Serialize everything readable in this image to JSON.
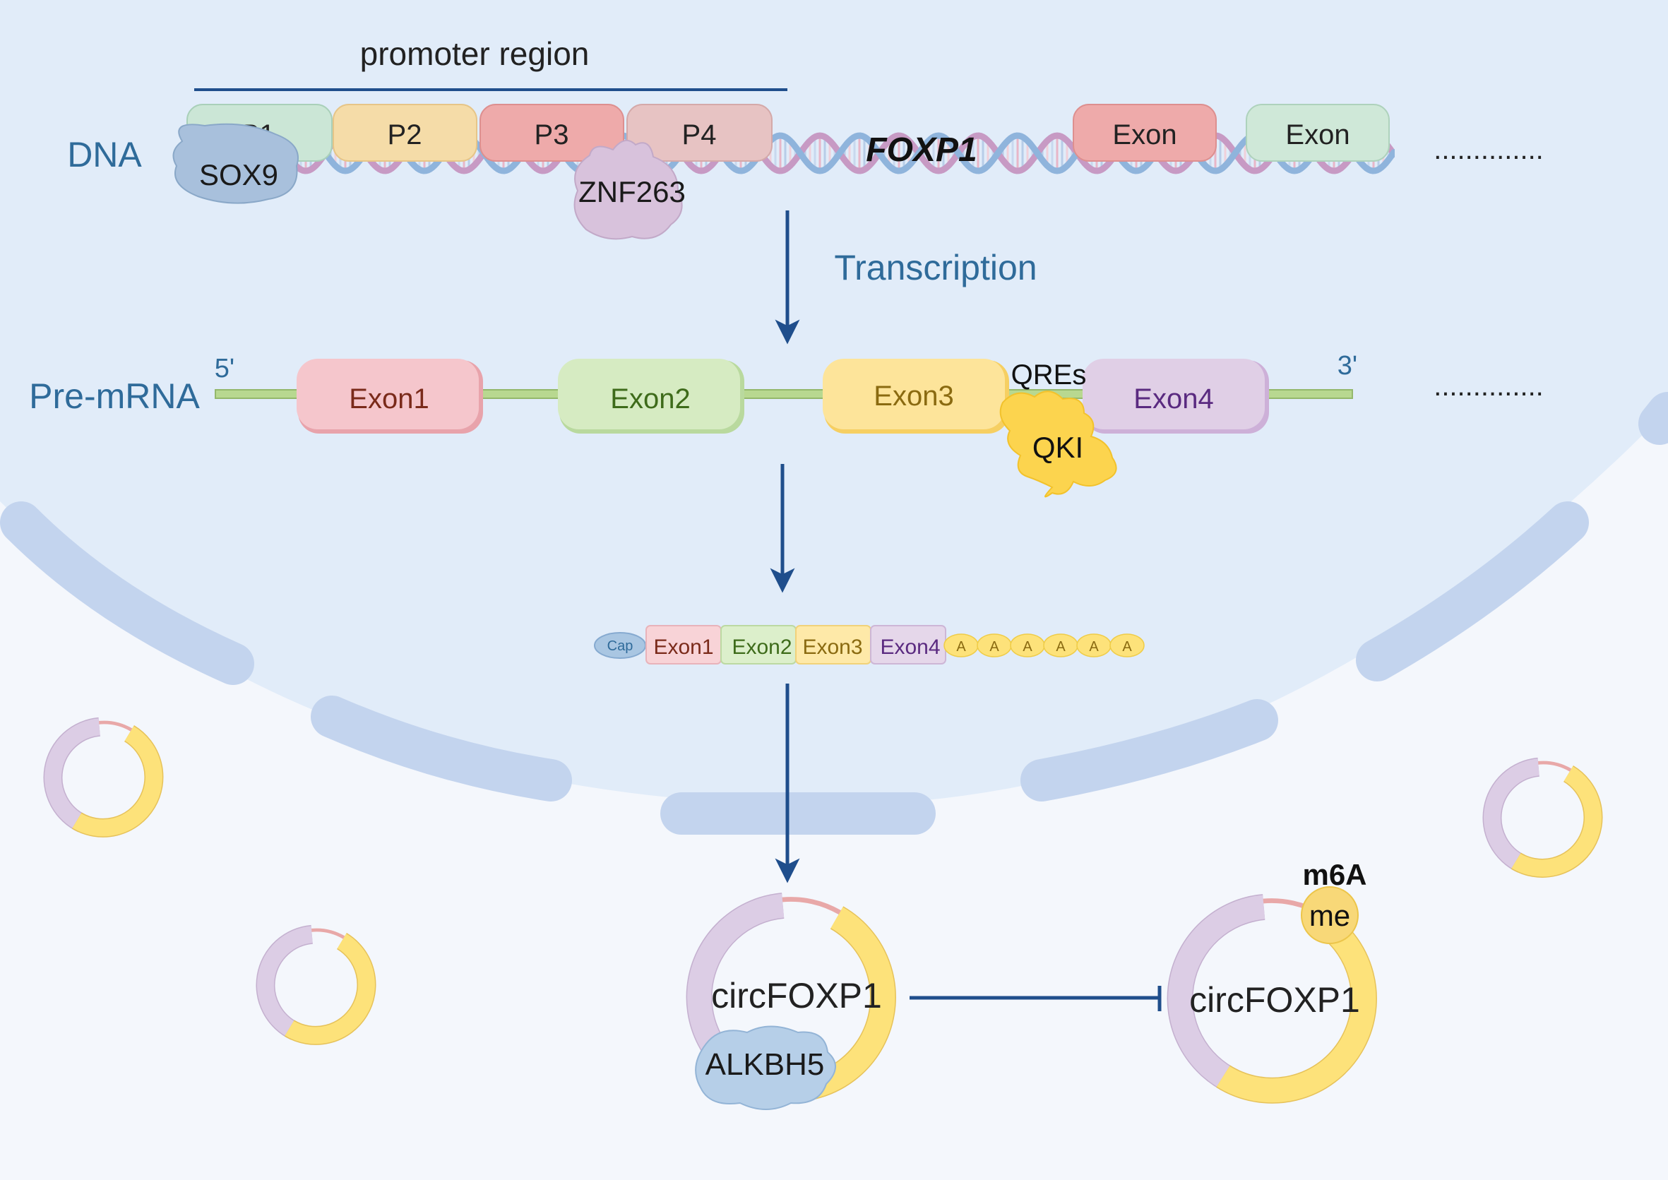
{
  "labels": {
    "promoter_region": "promoter region",
    "dna": "DNA",
    "gene": "FOXP1",
    "transcription": "Transcription",
    "pre_mrna": "Pre-mRNA",
    "five_prime": "5'",
    "three_prime": "3'",
    "qres": "QREs",
    "qki": "QKI",
    "sox9": "SOX9",
    "znf263": "ZNF263",
    "cap": "Cap",
    "poly_a": "A",
    "ellipsis": "..............",
    "circ_left": "circFOXP1",
    "circ_right": "circFOXP1",
    "alkbh5": "ALKBH5",
    "m6a": "m6A",
    "me": "me"
  },
  "promoters": [
    "P1",
    "P2",
    "P3",
    "P4"
  ],
  "dna_exons": [
    "Exon",
    "Exon"
  ],
  "pre_mrna_exons": [
    "Exon1",
    "Exon2",
    "Exon3",
    "Exon4"
  ],
  "mrna_exons": [
    "Exon1",
    "Exon2",
    "Exon3",
    "Exon4"
  ],
  "colors": {
    "nucleus": "#e1ecf9",
    "cytoplasm": "#f4f7fc",
    "envelope": "#c3d4ee",
    "arrow": "#1f4e8c",
    "label_blue": "#2f6b9a",
    "exon1": "#f5c6cc",
    "exon2": "#d6ebc2",
    "exon3": "#fde49a",
    "exon4": "#e0cfe6",
    "circ_purple": "#dccde5",
    "circ_yellow": "#fde27a",
    "circ_pink": "#e8a8a8",
    "sox9": "#a8c0dc",
    "znf263": "#d8c2dc",
    "qki": "#fcd44e",
    "alkbh5": "#b6cfe8",
    "me": "#f8d878"
  }
}
